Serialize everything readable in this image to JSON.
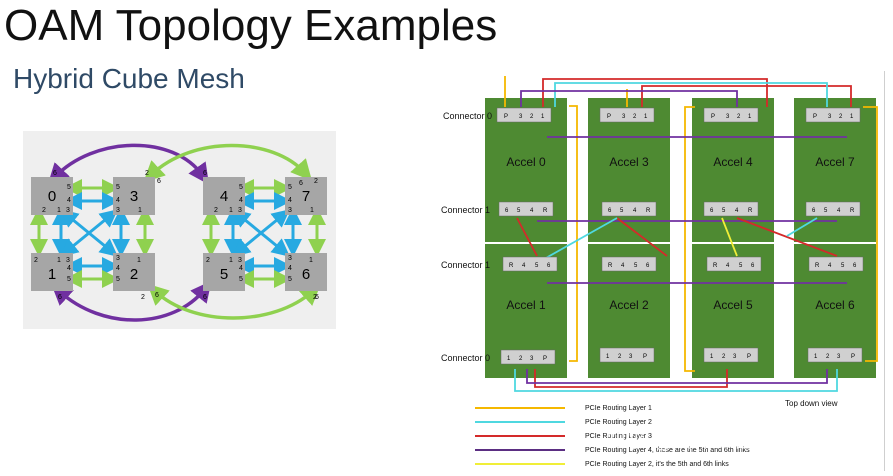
{
  "slide": {
    "title": "OAM Topology Examples",
    "subtitle": "Hybrid Cube Mesh"
  },
  "cube_mesh": {
    "nodes": [
      {
        "id": "0",
        "ports": [
          "6",
          "5",
          "4",
          "2",
          "1",
          "3"
        ]
      },
      {
        "id": "3",
        "ports": [
          "2",
          "6",
          "5",
          "4",
          "3",
          "1"
        ]
      },
      {
        "id": "1",
        "ports": [
          "2",
          "3",
          "1",
          "4",
          "5",
          "6"
        ]
      },
      {
        "id": "2",
        "ports": [
          "3",
          "4",
          "5",
          "1",
          "6",
          "2"
        ]
      },
      {
        "id": "4",
        "ports": [
          "6",
          "5",
          "4",
          "2",
          "1",
          "3"
        ]
      },
      {
        "id": "7",
        "ports": [
          "6",
          "2",
          "5",
          "4",
          "3",
          "1"
        ]
      },
      {
        "id": "5",
        "ports": [
          "2",
          "3",
          "1",
          "4",
          "5",
          "6"
        ]
      },
      {
        "id": "6",
        "ports": [
          "3",
          "4",
          "5",
          "1",
          "2",
          "6"
        ]
      }
    ]
  },
  "board": {
    "connector0_top": "Connector 0",
    "connector1_top": "Connector 1",
    "connector1_bottom": "Connector 1",
    "connector0_bottom": "Connector 0",
    "accels_top": [
      "Accel 0",
      "Accel 3",
      "Accel 4",
      "Accel 7"
    ],
    "accels_bottom": [
      "Accel 1",
      "Accel 2",
      "Accel 5",
      "Accel 6"
    ],
    "port_p_row": [
      "P",
      "3",
      "2",
      "1"
    ],
    "port_p_row_short": [
      "P",
      "3",
      "2",
      "1"
    ],
    "port_r_row_top": [
      "6",
      "5",
      "4",
      "R"
    ],
    "port_r_row_bottom": [
      "R",
      "4",
      "5",
      "6"
    ],
    "port_bottom_row": [
      "1",
      "2",
      "3",
      "P"
    ],
    "top_down_view": "Top down view",
    "legend": [
      {
        "label": "PCIe Routing Layer 1",
        "color": "#f5b800"
      },
      {
        "label": "PCIe Routing Layer 2",
        "color": "#4fd8e0"
      },
      {
        "label": "PCIe Routing Layer 3",
        "color": "#d42a2a"
      },
      {
        "label": "PCIe Routing Layer 4, these are the 5th and 6th links",
        "color": "#5b2e82"
      },
      {
        "label": "PCIe Routing Layer 2, it's the 5th and 6th links",
        "color": "#f0ee38"
      }
    ]
  },
  "watermark": "知乎 @硬件工程师汤姆",
  "colors": {
    "green_link": "#8fd14f",
    "blue_link": "#27a9e1",
    "purple_link": "#7030a0",
    "accel_green": "#4e8a32"
  }
}
